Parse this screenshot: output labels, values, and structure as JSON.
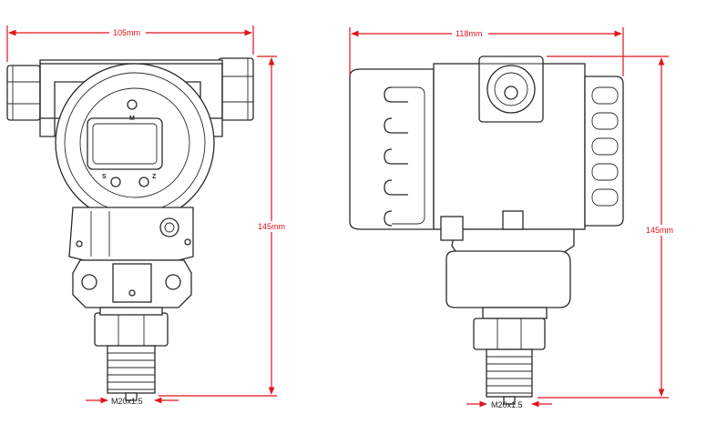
{
  "dimensions": {
    "front_width": "105mm",
    "front_height": "145mm",
    "side_width": "118mm",
    "side_height": "145mm",
    "front_thread": "M20x1.5",
    "side_thread": "M20x1.5"
  },
  "keys": {
    "m": "M",
    "s": "S",
    "z": "Z"
  },
  "colors": {
    "dimension": "#e0141e",
    "outline": "#2a2a2a",
    "background": "#ffffff"
  }
}
